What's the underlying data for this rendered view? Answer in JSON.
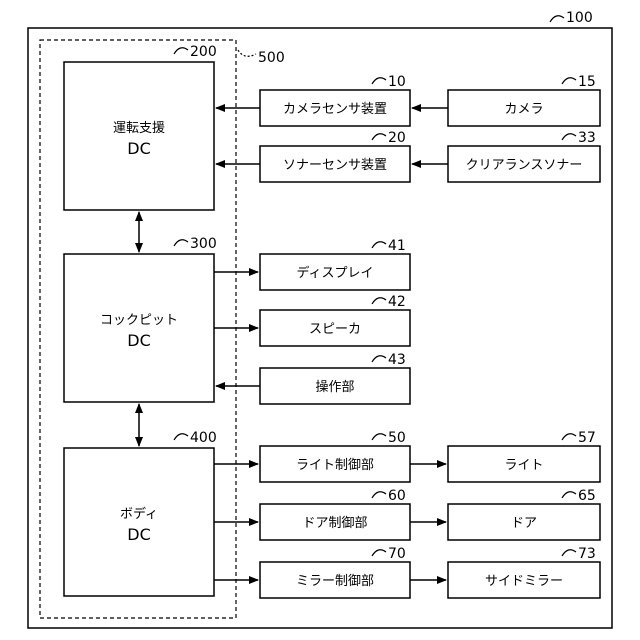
{
  "system": {
    "ref": "100"
  },
  "domain_group": {
    "ref": "500"
  },
  "controllers": [
    {
      "id": "ads",
      "ref": "200",
      "name": "運転支援",
      "sub": "DC"
    },
    {
      "id": "cockpit",
      "ref": "300",
      "name": "コックピット",
      "sub": "DC"
    },
    {
      "id": "body",
      "ref": "400",
      "name": "ボディ",
      "sub": "DC"
    }
  ],
  "devices": {
    "camera_sensor": {
      "ref": "10",
      "label": "カメラセンサ装置"
    },
    "camera": {
      "ref": "15",
      "label": "カメラ"
    },
    "sonar_sensor": {
      "ref": "20",
      "label": "ソナーセンサ装置"
    },
    "clearance_sonar": {
      "ref": "33",
      "label": "クリアランスソナー"
    },
    "display": {
      "ref": "41",
      "label": "ディスプレイ"
    },
    "speaker": {
      "ref": "42",
      "label": "スピーカ"
    },
    "operation_unit": {
      "ref": "43",
      "label": "操作部"
    },
    "light_ctrl": {
      "ref": "50",
      "label": "ライト制御部"
    },
    "light": {
      "ref": "57",
      "label": "ライト"
    },
    "door_ctrl": {
      "ref": "60",
      "label": "ドア制御部"
    },
    "door": {
      "ref": "65",
      "label": "ドア"
    },
    "mirror_ctrl": {
      "ref": "70",
      "label": "ミラー制御部"
    },
    "side_mirror": {
      "ref": "73",
      "label": "サイドミラー"
    }
  }
}
